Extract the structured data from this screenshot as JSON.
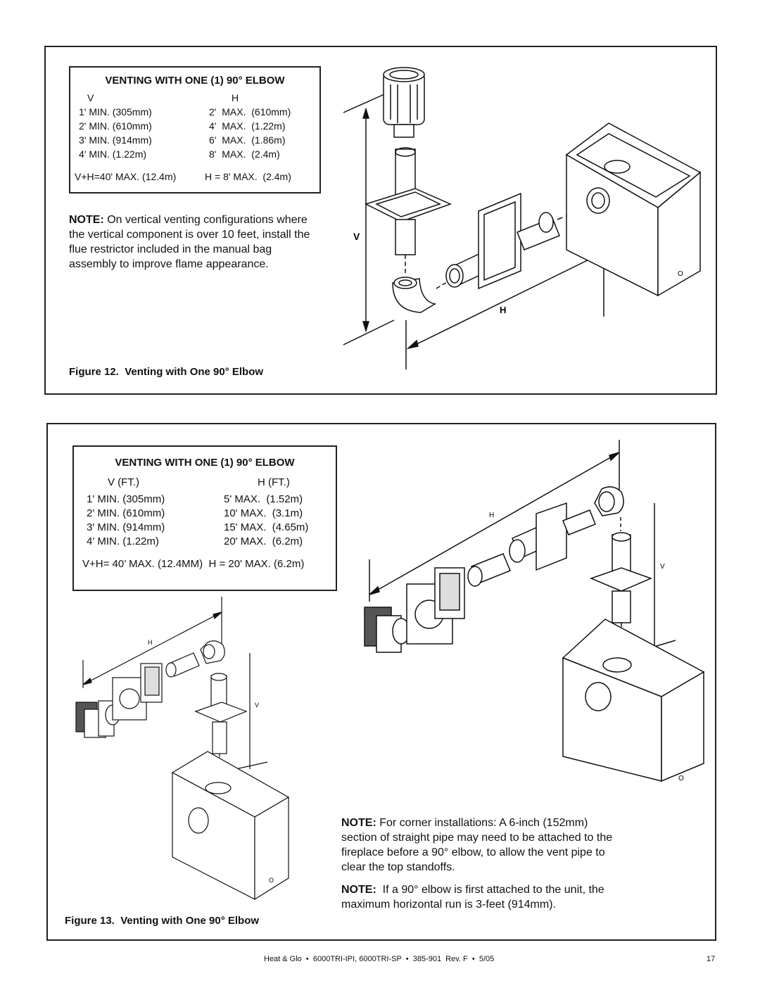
{
  "fig12": {
    "table": {
      "title": "VENTING WITH ONE (1) 90° ELBOW",
      "col_v": "V",
      "col_h": "H",
      "rows": [
        {
          "v": "1' MIN. (305mm)",
          "h": "2'  MAX.  (610mm)"
        },
        {
          "v": "2' MIN. (610mm)",
          "h": "4'  MAX.  (1.22m)"
        },
        {
          "v": "3' MIN. (914mm)",
          "h": "6'  MAX.  (1.86m)"
        },
        {
          "v": "4' MIN. (1.22m)",
          "h": "8'  MAX.  (2.4m)"
        }
      ],
      "total_v": "V+H=40' MAX. (12.4m)",
      "total_h": "H = 8' MAX.  (2.4m)"
    },
    "note_label": "NOTE:",
    "note_text": " On vertical venting configurations where the vertical component is over 10 feet, install the flue restrictor included in the manual bag assembly to improve flame appearance.",
    "label_v": "V",
    "label_h": "H",
    "label_o": "O",
    "caption_fig": "Figure 12.",
    "caption_text": "  Venting with One 90° Elbow"
  },
  "fig13": {
    "table": {
      "title": "VENTING WITH ONE (1) 90° ELBOW",
      "col_v": "V (FT.)",
      "col_h": "H (FT.)",
      "rows": [
        {
          "v": "1' MIN. (305mm)",
          "h": "5' MAX.  (1.52m)"
        },
        {
          "v": "2' MIN. (610mm)",
          "h": "10' MAX.  (3.1m)"
        },
        {
          "v": "3' MIN. (914mm)",
          "h": "15' MAX.  (4.65m)"
        },
        {
          "v": "4' MIN. (1.22m)",
          "h": "20' MAX.  (6.2m)"
        }
      ],
      "total": "V+H= 40’ MAX. (12.4MM)  H = 20' MAX. (6.2m)"
    },
    "note1_label": "NOTE:",
    "note1_text": " For corner installations: A 6-inch (152mm) section of straight pipe may need to be attached to the fireplace before a 90° elbow,  to allow the vent pipe to clear the top standoffs.",
    "note2_label": "NOTE:",
    "note2_text": "  If a 90° elbow is first attached to the unit, the maximum horizontal run is 3-feet (914mm).",
    "label_v": "V",
    "label_h": "H",
    "label_o": "O",
    "caption_fig": "Figure 13.",
    "caption_text": "  Venting with One 90° Elbow"
  },
  "footer": {
    "text": "Heat & Glo  •  6000TRI-IPI, 6000TRI-SP  •  385-901  Rev. F  •  5/05",
    "page": "17"
  }
}
